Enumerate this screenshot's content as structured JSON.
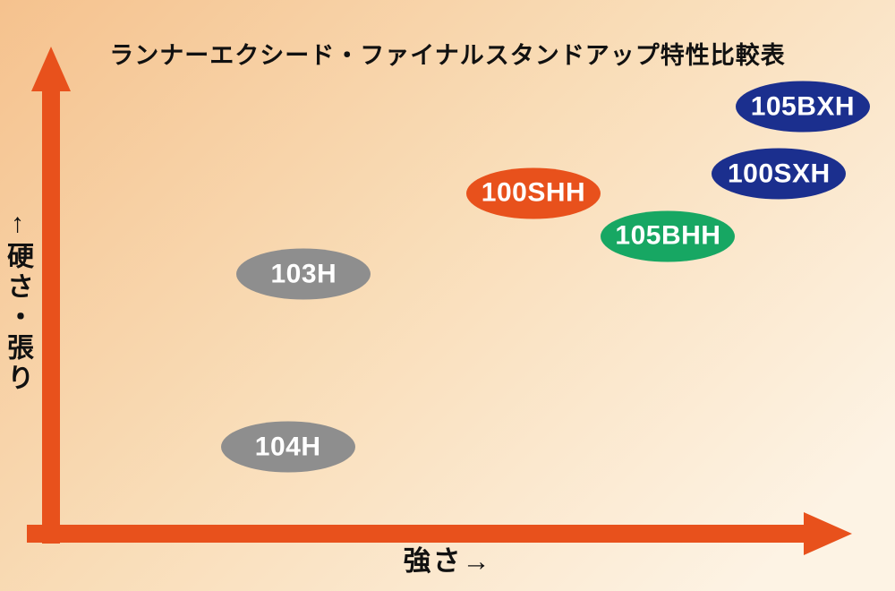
{
  "title": "ランナーエクシード・ファイナルスタンドアップ特性比較表",
  "y_axis_label": "↑硬さ・張り",
  "x_axis_label": "強さ→",
  "colors": {
    "axis": "#e8511c",
    "background_from": "#f5c28e",
    "background_mid": "#f9ddb8",
    "background_to": "#fdf3e4",
    "navy": "#1b2f8e",
    "orange": "#e8511c",
    "green": "#17a763",
    "gray": "#8e8e8e",
    "label_text": "#ffffff"
  },
  "chart_data": {
    "type": "scatter",
    "title": "ランナーエクシード・ファイナルスタンドアップ特性比較表",
    "xlabel": "強さ (strength)",
    "ylabel": "硬さ・張り (hardness / stiffness)",
    "xlim": [
      0,
      100
    ],
    "ylim": [
      0,
      100
    ],
    "grid": false,
    "legend": "none",
    "points": [
      {
        "label": "105BXH",
        "x": 94,
        "y": 88,
        "color": "#1b2f8e"
      },
      {
        "label": "100SXH",
        "x": 91,
        "y": 74,
        "color": "#1b2f8e"
      },
      {
        "label": "100SHH",
        "x": 60,
        "y": 70,
        "color": "#e8511c"
      },
      {
        "label": "105BHH",
        "x": 77,
        "y": 61,
        "color": "#17a763"
      },
      {
        "label": "103H",
        "x": 31,
        "y": 53,
        "color": "#8e8e8e"
      },
      {
        "label": "104H",
        "x": 29,
        "y": 17,
        "color": "#8e8e8e"
      }
    ]
  }
}
